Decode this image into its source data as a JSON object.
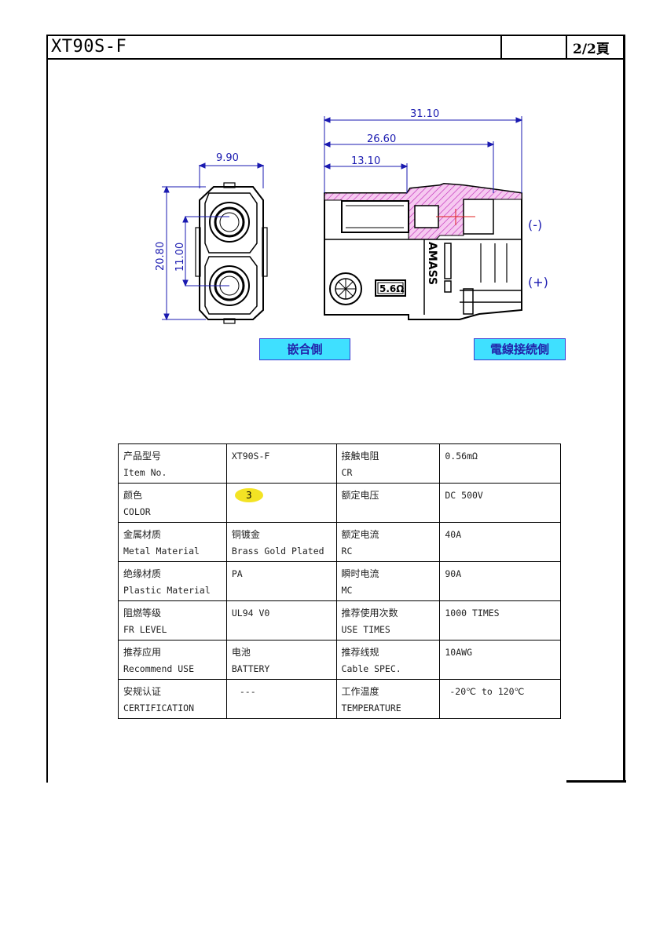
{
  "header": {
    "title": "XT90S-F",
    "page": "2/2頁"
  },
  "drawing": {
    "dimensions": {
      "width_front": "9.90",
      "height_front": "20.80",
      "pin_pitch": "11.00",
      "length_total": "31.10",
      "length_body": "26.60",
      "length_front": "13.10"
    },
    "polarity": {
      "negative": "(-)",
      "positive": "(+)"
    },
    "markings": {
      "resistor": "5.6Ω",
      "brand": "AMASS"
    },
    "labels": {
      "mating_side": "嵌合側",
      "wire_side": "電線接続側"
    }
  },
  "spec_table": {
    "rows": [
      {
        "k1_cn": "产品型号",
        "k1_en": "Item No.",
        "v1_cn": "XT90S-F",
        "v1_en": "",
        "k2_cn": "接触电阻",
        "k2_en": "CR",
        "v2": "0.56mΩ"
      },
      {
        "k1_cn": "颜色",
        "k1_en": "COLOR",
        "v1_chip": "3",
        "k2_cn": "额定电压",
        "k2_en": "",
        "v2": "DC 500V"
      },
      {
        "k1_cn": "金属材质",
        "k1_en": "Metal Material",
        "v1_cn": "铜镀金",
        "v1_en": "Brass Gold Plated",
        "k2_cn": "额定电流",
        "k2_en": "RC",
        "v2": "40A"
      },
      {
        "k1_cn": "绝缘材质",
        "k1_en": "Plastic Material",
        "v1_cn": "PA",
        "v1_en": "",
        "k2_cn": "瞬时电流",
        "k2_en": "MC",
        "v2": "90A"
      },
      {
        "k1_cn": "阻燃等级",
        "k1_en": "FR LEVEL",
        "v1_cn": "UL94 V0",
        "v1_en": "",
        "k2_cn": "推荐使用次数",
        "k2_en": "USE TIMES",
        "v2": "1000 TIMES"
      },
      {
        "k1_cn": "推荐应用",
        "k1_en": "Recommend USE",
        "v1_cn": "电池",
        "v1_en": "BATTERY",
        "k2_cn": "推荐线规",
        "k2_en": "Cable SPEC.",
        "v2": "10AWG"
      },
      {
        "k1_cn": "安规认证",
        "k1_en": "CERTIFICATION",
        "v1_cn": "---",
        "v1_en": "",
        "k2_cn": "工作温度",
        "k2_en": "TEMPERATURE",
        "v2": "-20℃ to 120℃"
      }
    ]
  },
  "colors": {
    "dimension": "#1a1ab0",
    "hatch": "#d040c0",
    "badge": "#3fe0ff",
    "chip": "#f3e324"
  }
}
